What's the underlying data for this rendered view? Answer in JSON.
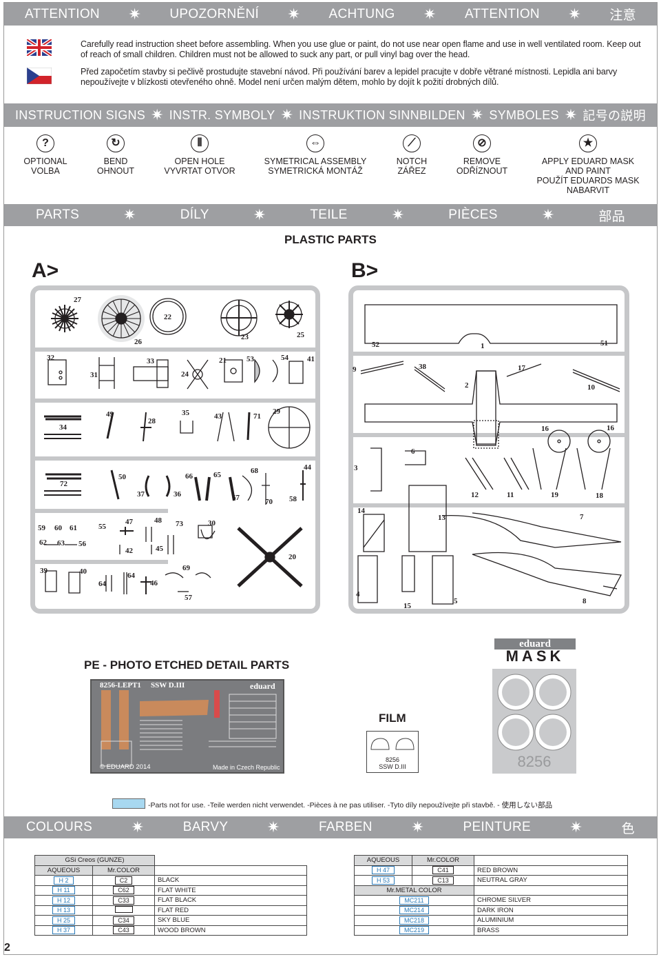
{
  "attention_bar": [
    "ATTENTION",
    "UPOZORNĚNÍ",
    "ACHTUNG",
    "ATTENTION",
    "注意"
  ],
  "warnings": {
    "en": "Carefully read instruction sheet before assembling. When you use glue or paint, do not use near open flame and use in well ventilated room. Keep out of reach of small children. Children must not be allowed to suck any part, or pull vinyl bag over the head.",
    "cz": "Před započetím stavby si pečlivě prostudujte stavební návod. Při používání barev a lepidel pracujte v dobře větrané místnosti. Lepidla ani barvy nepoužívejte v blízkosti otevřeného ohně. Model není určen malým dětem, mohlo by dojít k požití drobných dílů."
  },
  "signs_bar": [
    "INSTRUCTION SIGNS",
    "INSTR. SYMBOLY",
    "INSTRUKTION SINNBILDEN",
    "SYMBOLES",
    "記号の説明"
  ],
  "signs": [
    {
      "l1": "OPTIONAL",
      "l2": "VOLBA",
      "icon": "?"
    },
    {
      "l1": "BEND",
      "l2": "OHNOUT",
      "icon": "↻"
    },
    {
      "l1": "OPEN HOLE",
      "l2": "VYVRTAT OTVOR",
      "icon": "⦀"
    },
    {
      "l1": "SYMETRICAL ASSEMBLY",
      "l2": "SYMETRICKÁ MONTÁŽ",
      "icon": "⇔"
    },
    {
      "l1": "NOTCH",
      "l2": "ZÁŘEZ",
      "icon": "⟋"
    },
    {
      "l1": "REMOVE",
      "l2": "ODŘÍZNOUT",
      "icon": "⊘"
    },
    {
      "l1": "APPLY EDUARD MASK",
      "l2": "AND PAINT",
      "l3": "POUŽÍT EDUARDS MASK",
      "l4": "NABARVIT",
      "icon": "★"
    }
  ],
  "parts_bar": [
    "PARTS",
    "DÍLY",
    "TEILE",
    "PIÈCES",
    "部品"
  ],
  "plastic_parts_title": "PLASTIC PARTS",
  "sprue_a_label": "A>",
  "sprue_b_label": "B>",
  "sprue_a_numbers": [
    "27",
    "22",
    "26",
    "23",
    "25",
    "32",
    "33",
    "21",
    "53",
    "54",
    "41",
    "31",
    "24",
    "49",
    "35",
    "43",
    "71",
    "29",
    "28",
    "34",
    "72",
    "50",
    "66",
    "65",
    "68",
    "44",
    "37",
    "36",
    "67",
    "70",
    "58",
    "59",
    "60",
    "61",
    "55",
    "47",
    "48",
    "73",
    "30",
    "62",
    "63",
    "56",
    "42",
    "45",
    "39",
    "40",
    "69",
    "64",
    "64",
    "46",
    "57",
    "20"
  ],
  "sprue_b_numbers": [
    "52",
    "1",
    "51",
    "9",
    "38",
    "17",
    "2",
    "10",
    "16",
    "16",
    "3",
    "6",
    "12",
    "11",
    "19",
    "18",
    "14",
    "13",
    "7",
    "4",
    "15",
    "5",
    "8"
  ],
  "pe_title": "PE - PHOTO ETCHED DETAIL PARTS",
  "pe_fret": {
    "code": "8256-LEPT1",
    "model": "SSW D.III",
    "brand": "eduard",
    "copyright": "© EDUARD 2014",
    "made": "Made in Czech Republic"
  },
  "film": {
    "title": "FILM",
    "code": "8256",
    "model": "SSW D.III"
  },
  "mask": {
    "brand": "eduard",
    "title": "MASK",
    "number": "8256"
  },
  "legend": "-Parts not for use. -Teile werden nicht verwendet. -Pièces à ne pas utiliser. -Tyto díly nepoužívejte při stavbě. - 使用しない部品",
  "colours_bar": [
    "COLOURS",
    "BARVY",
    "FARBEN",
    "PEINTURE",
    "色"
  ],
  "table_left": {
    "title": "GSi Creos (GUNZE)",
    "h_aq": "AQUEOUS",
    "h_mr": "Mr.COLOR",
    "rows": [
      {
        "aq": "H 2",
        "mr": "C2",
        "name": "BLACK"
      },
      {
        "aq": "H 11",
        "mr": "C62",
        "name": "FLAT WHITE"
      },
      {
        "aq": "H 12",
        "mr": "C33",
        "name": "FLAT BLACK"
      },
      {
        "aq": "H 13",
        "mr": "",
        "name": "FLAT RED"
      },
      {
        "aq": "H 25",
        "mr": "C34",
        "name": "SKY BLUE"
      },
      {
        "aq": "H 37",
        "mr": "C43",
        "name": "WOOD BROWN"
      }
    ]
  },
  "table_right": {
    "h_aq": "AQUEOUS",
    "h_mr": "Mr.COLOR",
    "metal_header": "Mr.METAL COLOR",
    "rows": [
      {
        "aq": "H 47",
        "mr": "C41",
        "name": "RED BROWN"
      },
      {
        "aq": "H 53",
        "mr": "C13",
        "name": "NEUTRAL GRAY"
      }
    ],
    "metal_rows": [
      {
        "code": "MC211",
        "name": "CHROME SILVER"
      },
      {
        "code": "MC214",
        "name": "DARK IRON"
      },
      {
        "code": "MC218",
        "name": "ALUMINIUM"
      },
      {
        "code": "MC219",
        "name": "BRASS"
      }
    ]
  },
  "page_number": "2"
}
